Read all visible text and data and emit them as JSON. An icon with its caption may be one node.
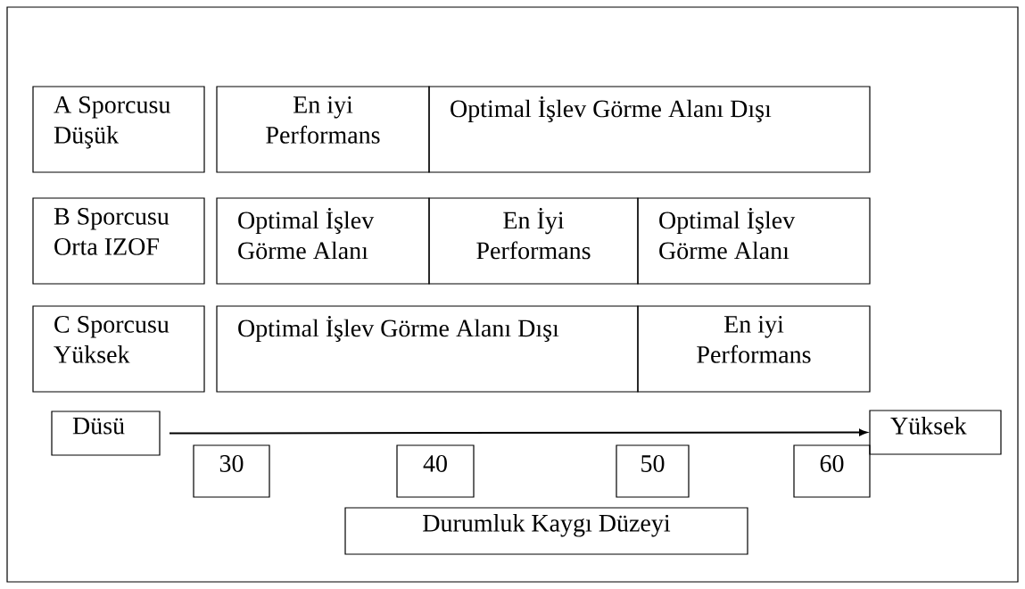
{
  "diagram": {
    "nodes": [
      {
        "text": [
          "A Sporcusu Düşük"
        ]
      },
      {
        "text": [
          "En iyi Performans"
        ]
      },
      {
        "text": [
          "Optimal İşlev Görme Alanı Dışı"
        ]
      },
      {
        "text": [
          "B Sporcusu Orta IZOF"
        ]
      },
      {
        "text": [
          "Optimal İşlev Görme Alanı"
        ]
      },
      {
        "text": [
          "En İyi Performans"
        ]
      },
      {
        "text": [
          "Optimal İşlev Görme Alanı"
        ]
      },
      {
        "text": [
          "C Sporcusu Yüksek"
        ]
      },
      {
        "text": [
          "Optimal İşlev Görme Alanı Dışı"
        ]
      },
      {
        "text": [
          "En iyi Performans"
        ]
      },
      {
        "text": [
          "Düsü"
        ]
      },
      {
        "text": [
          "Yüksek"
        ]
      },
      {
        "text": [
          "30"
        ]
      },
      {
        "text": [
          "40"
        ]
      },
      {
        "text": [
          "50"
        ]
      },
      {
        "text": [
          "60"
        ]
      },
      {
        "text": [
          "Durumluk Kaygı Düzeyi"
        ]
      }
    ],
    "edges": [
      {
        "from": 10,
        "to": 11,
        "arrow": "to"
      }
    ]
  }
}
